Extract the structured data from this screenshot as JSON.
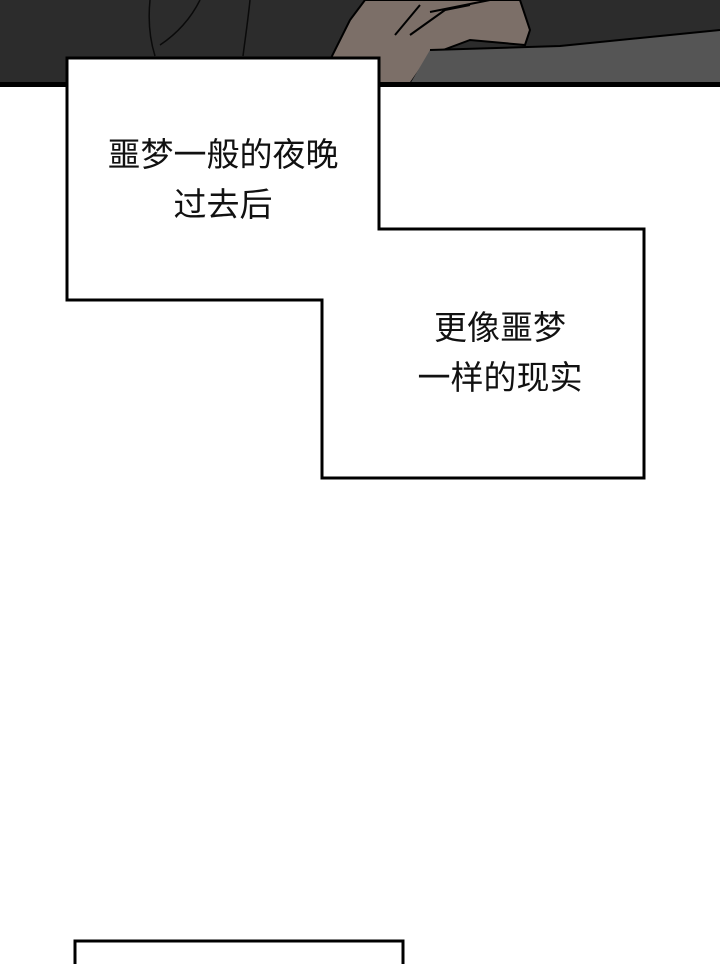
{
  "captions": [
    {
      "lines": [
        "噩梦一般的夜晚",
        "过去后"
      ]
    },
    {
      "lines": [
        "更像噩梦",
        "一样的现实"
      ]
    }
  ],
  "colors": {
    "panel_dark": "#2c2c2c",
    "skin": "#7c6f68",
    "border": "#000000"
  }
}
